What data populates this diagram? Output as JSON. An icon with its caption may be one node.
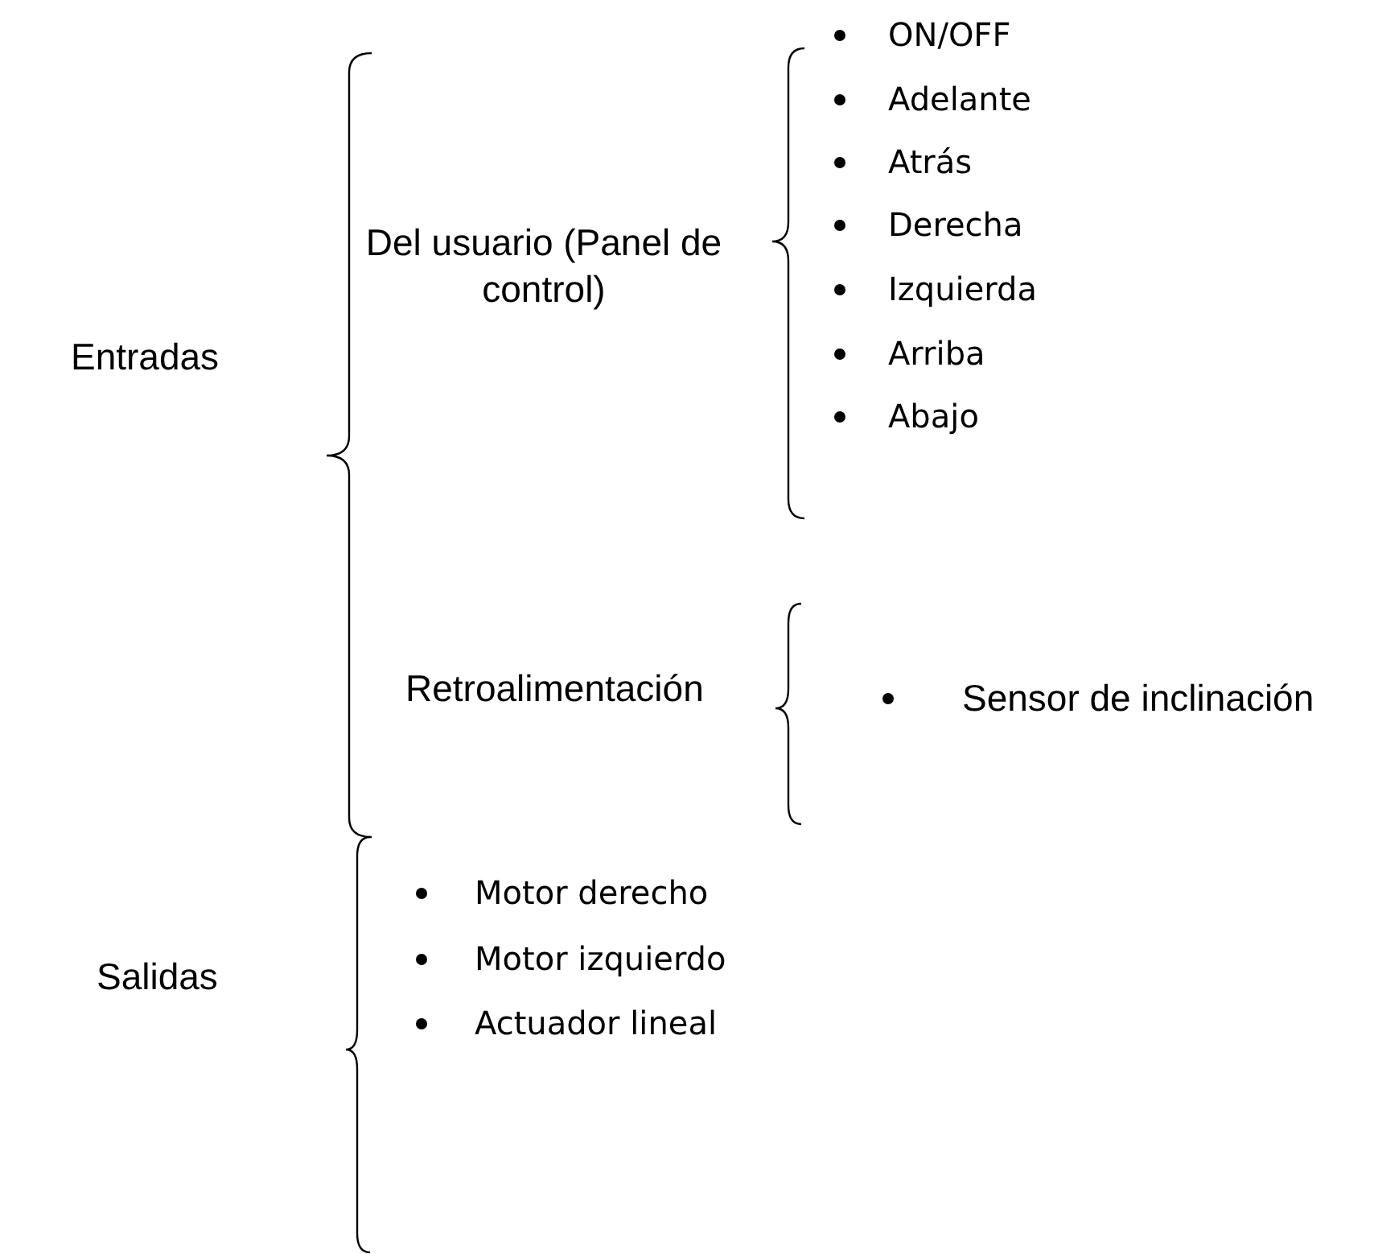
{
  "diagram": {
    "labels": [
      "Entradas",
      "Del usuario (Panel de control)",
      "ON/OFF",
      "Adelante",
      "Atrás",
      "Derecha",
      "Izquierda",
      "Arriba",
      "Abajo",
      "Retroalimentación",
      "Sensor de inclinación",
      "Salidas",
      "Motor derecho",
      "Motor izquierdo",
      "Actuador lineal"
    ]
  }
}
